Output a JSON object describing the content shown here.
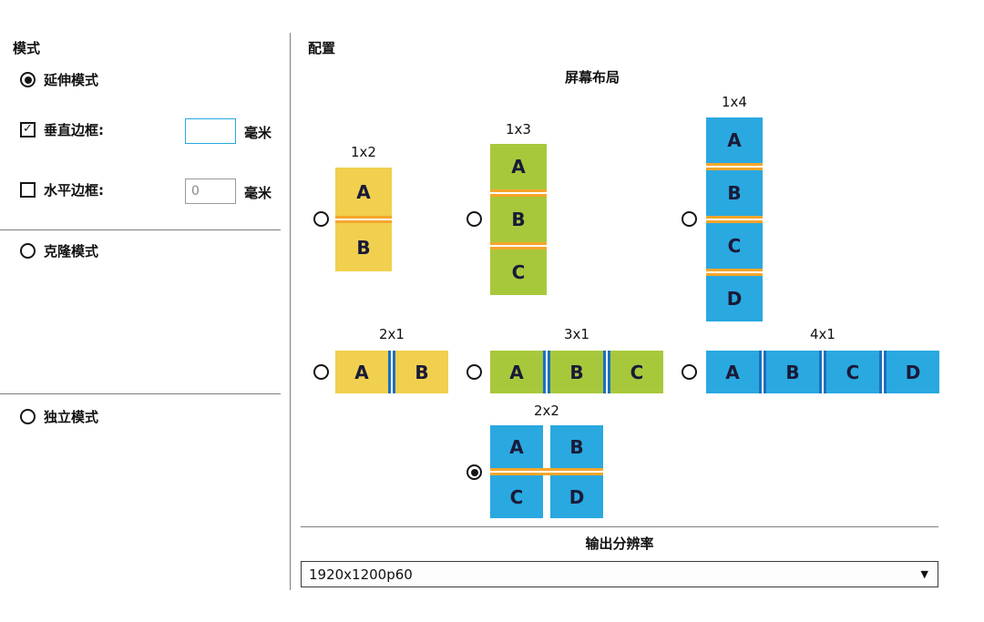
{
  "left_panel": {
    "title": "模式",
    "modes": [
      {
        "label": "延伸模式",
        "selected": true
      },
      {
        "label": "克隆模式",
        "selected": false
      },
      {
        "label": "独立模式",
        "selected": false
      }
    ],
    "vertical_border": {
      "label": "垂直边框:",
      "checked": true,
      "value": "",
      "unit": "毫米"
    },
    "horizontal_border": {
      "label": "水平边框:",
      "checked": false,
      "value": "0",
      "unit": "毫米"
    }
  },
  "right_panel": {
    "title": "配置",
    "layout_section_title": "屏幕布局",
    "resolution_section_title": "输出分辨率",
    "resolution_value": "1920x1200p60"
  },
  "layouts": [
    {
      "id": "1x2",
      "label": "1x2",
      "type": "vertical",
      "cells": [
        "A",
        "B"
      ],
      "color": "#F0D04E",
      "selected": false
    },
    {
      "id": "1x3",
      "label": "1x3",
      "type": "vertical",
      "cells": [
        "A",
        "B",
        "C"
      ],
      "color": "#A8C83C",
      "selected": false
    },
    {
      "id": "1x4",
      "label": "1x4",
      "type": "vertical",
      "cells": [
        "A",
        "B",
        "C",
        "D"
      ],
      "color": "#2AA8E0",
      "selected": false
    },
    {
      "id": "2x1",
      "label": "2x1",
      "type": "horizontal",
      "cells": [
        "A",
        "B"
      ],
      "color": "#F0D04E",
      "selected": false
    },
    {
      "id": "3x1",
      "label": "3x1",
      "type": "horizontal",
      "cells": [
        "A",
        "B",
        "C"
      ],
      "color": "#A8C83C",
      "selected": false
    },
    {
      "id": "4x1",
      "label": "4x1",
      "type": "horizontal",
      "cells": [
        "A",
        "B",
        "C",
        "D"
      ],
      "color": "#2AA8E0",
      "selected": false
    },
    {
      "id": "2x2",
      "label": "2x2",
      "type": "grid",
      "cells": [
        "A",
        "B",
        "C",
        "D"
      ],
      "color": "#2AA8E0",
      "selected": true
    }
  ],
  "glyphs": {
    "check": "✓",
    "dropdown_arrow": "▼"
  },
  "colors": {
    "cell_yellow": "#F0D04E",
    "cell_green": "#A8C83C",
    "cell_blue": "#2AA8E0",
    "separator_orange": "#F5A62B",
    "separator_blue": "#1C70BE",
    "focused_input_border": "#2AA8E0"
  }
}
